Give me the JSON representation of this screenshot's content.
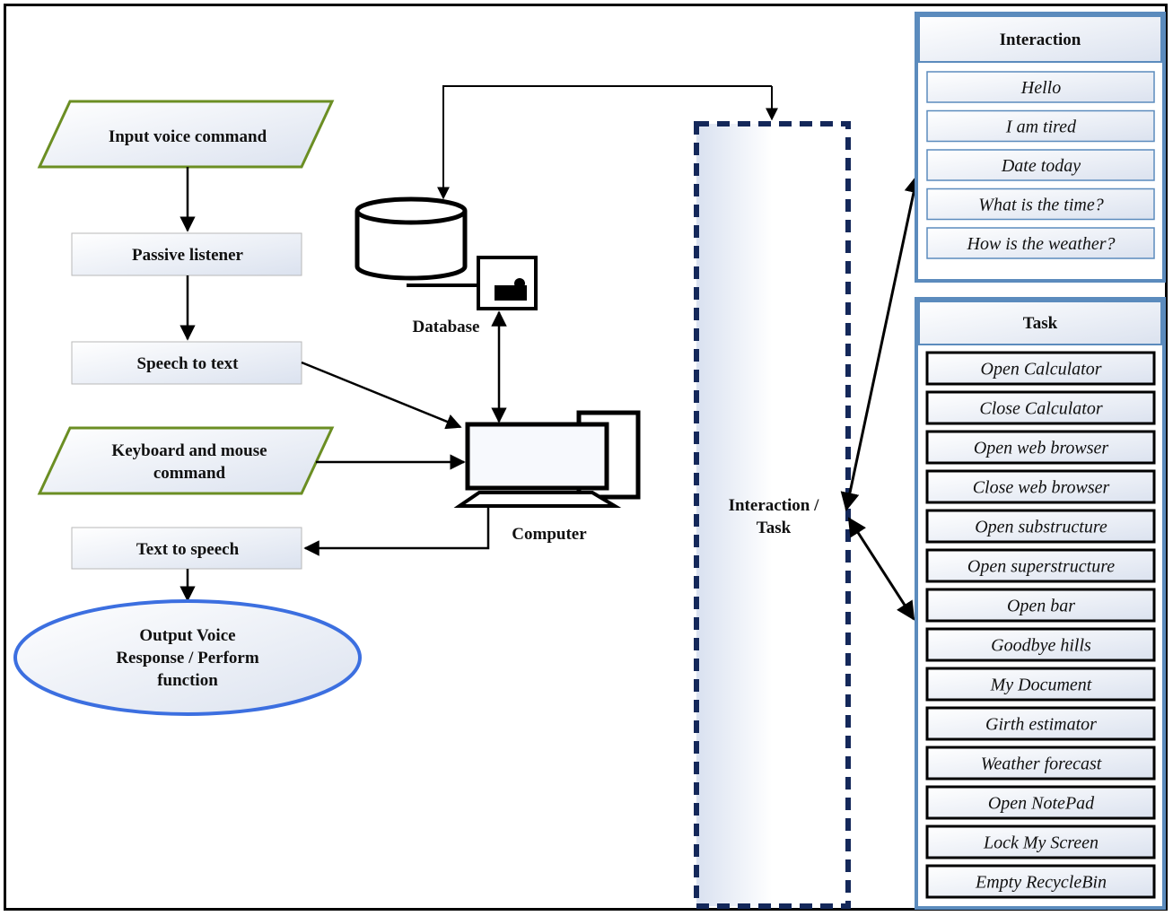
{
  "flow": {
    "input_voice": "Input voice command",
    "passive_listener": "Passive listener",
    "speech_to_text": "Speech to text",
    "keyboard_line1": "Keyboard and mouse",
    "keyboard_line2": "command",
    "text_to_speech": "Text to speech",
    "output_line1": "Output Voice",
    "output_line2": "Response / Perform",
    "output_line3": "function"
  },
  "database_label": "Database",
  "computer_label": "Computer",
  "center": {
    "line1": "Interaction /",
    "line2": "Task"
  },
  "interaction": {
    "title": "Interaction",
    "items": [
      "Hello",
      "I am tired",
      "Date today",
      "What is the time?",
      "How is the weather?"
    ]
  },
  "task": {
    "title": "Task",
    "items": [
      "Open Calculator",
      "Close Calculator",
      "Open web browser",
      "Close web browser",
      "Open substructure",
      "Open superstructure",
      "Open bar",
      "Goodbye hills",
      "My Document",
      "Girth estimator",
      "Weather forecast",
      "Open NotePad",
      "Lock My Screen",
      "Empty RecycleBin"
    ]
  },
  "colors": {
    "box_fill_top": "#ffffff",
    "box_fill_bottom": "#dde3f0",
    "parallelogram_border": "#6b8e23",
    "ellipse_border": "#3c6fe0",
    "panel_border": "#5b8bbd",
    "dashed_border": "#14285a"
  }
}
